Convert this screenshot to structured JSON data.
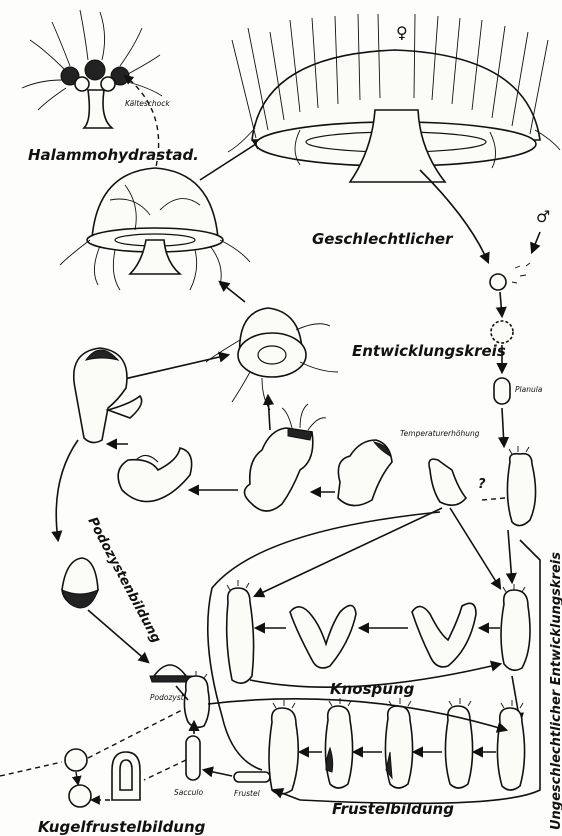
{
  "labels": {
    "halammohydra": "Halammohydrastad.",
    "kaelteschock": "Kälteschock",
    "female_symbol": "♀",
    "male_symbol": "♂",
    "geschlechtlicher": "Geschlechtlicher",
    "entwicklungskreis": "Entwicklungskreis",
    "planula": "Planula",
    "temperaturerhoehung": "Temperaturerhöhung",
    "question": "?",
    "podozystenbildung": "Podozystenbildung",
    "podozyste": "Podozyste",
    "knospung": "Knospung",
    "ungeschlechtlicher_kreis": "Ungeschlechtlicher  Entwicklungskreis",
    "sacculo": "Sacculo",
    "frustel": "Frustel",
    "frustelbildung": "Frustelbildung",
    "kugelfrustelbildung": "Kugelfrustelbildung"
  }
}
